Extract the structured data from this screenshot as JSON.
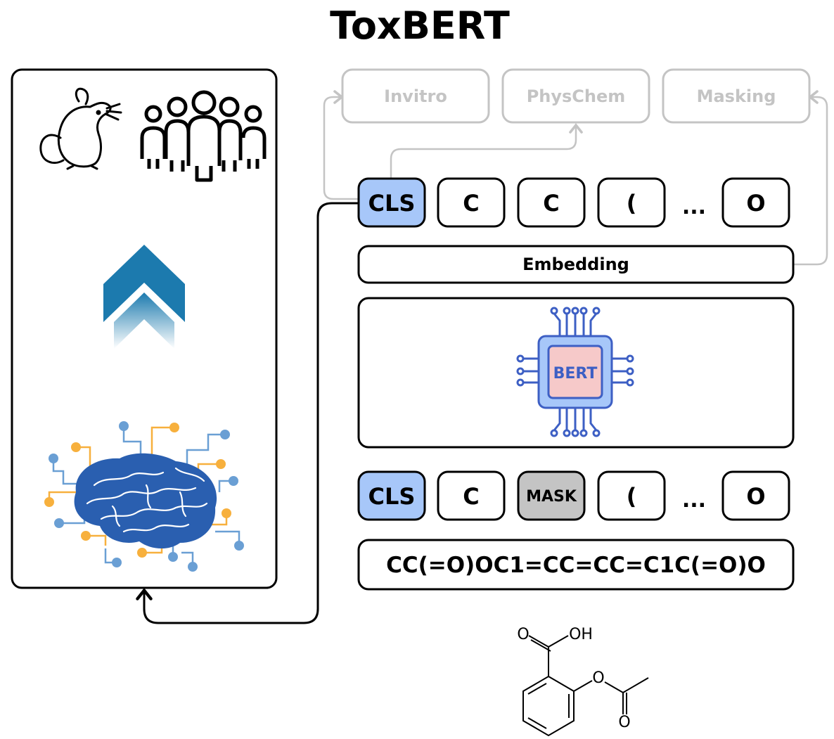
{
  "title": "ToxBERT",
  "heads": [
    "Invitro",
    "PhysChem",
    "Masking"
  ],
  "output_tokens": [
    "CLS",
    "C",
    "C",
    "(",
    "...",
    "O"
  ],
  "embedding_label": "Embedding",
  "bert_label": "BERT",
  "input_tokens": [
    "CLS",
    "C",
    "MASK",
    "(",
    "...",
    "O"
  ],
  "smiles": "CC(=O)OC1=CC=CC=C1C(=O)O",
  "molecule_labels": {
    "carbonyl_o": "O",
    "hydroxyl": "OH",
    "ester_o": "O",
    "acetyl_o": "O"
  },
  "colors": {
    "cls": "#a7c7f9",
    "mask": "#c4c4c4",
    "ghost": "#c4c4c4",
    "bert_outer": "#a7c7f9",
    "bert_inner": "#f6c9c9",
    "bert_stroke": "#3d5fc4",
    "chevron": "#1c7aae",
    "brain": "#2a5fb0",
    "orange": "#f7b03d",
    "light_blue": "#6a9fd4"
  },
  "icons": [
    "mouse-icon",
    "people-icon",
    "double-chevron-up-icon",
    "brain-circuit-icon",
    "chip-icon",
    "aspirin-structure"
  ]
}
